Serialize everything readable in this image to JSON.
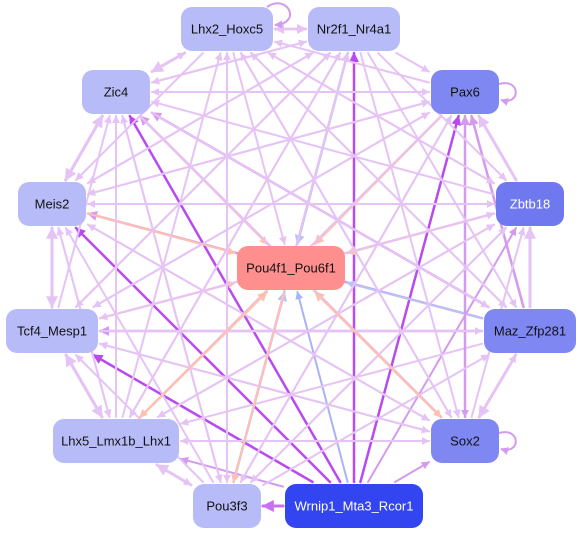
{
  "colors": {
    "edge_light": "#e6c3f5",
    "edge_mid": "#d39af0",
    "edge_strong": "#b84af0",
    "edge_peach": "#ffc0b0",
    "edge_blue": "#b9c3f5",
    "node_light": "#b7bbf7",
    "node_mid": "#7f87f2",
    "node_dark": "#3345f0",
    "node_center": "#ff8f8f"
  },
  "nodes": [
    {
      "id": "lhx2_hoxc5",
      "label": "Lhx2_Hoxc5",
      "fill": "#b7bbf7",
      "text_color": "#111111"
    },
    {
      "id": "nr2f1_nr4a1",
      "label": "Nr2f1_Nr4a1",
      "fill": "#b7bbf7",
      "text_color": "#111111"
    },
    {
      "id": "zic4",
      "label": "Zic4",
      "fill": "#b7bbf7",
      "text_color": "#111111"
    },
    {
      "id": "pax6",
      "label": "Pax6",
      "fill": "#7f87f2",
      "text_color": "#111111"
    },
    {
      "id": "meis2",
      "label": "Meis2",
      "fill": "#b7bbf7",
      "text_color": "#111111"
    },
    {
      "id": "zbtb18",
      "label": "Zbtb18",
      "fill": "#7078f0",
      "text_color": "#ffffff"
    },
    {
      "id": "pou4f1_pou6f1",
      "label": "Pou4f1_Pou6f1",
      "fill": "#ff8f8f",
      "text_color": "#111111"
    },
    {
      "id": "tcf4_mesp1",
      "label": "Tcf4_Mesp1",
      "fill": "#b7bbf7",
      "text_color": "#111111"
    },
    {
      "id": "maz_zfp281",
      "label": "Maz_Zfp281",
      "fill": "#7f87f2",
      "text_color": "#111111"
    },
    {
      "id": "lhx5_lmx1b_lhx1",
      "label": "Lhx5_Lmx1b_Lhx1",
      "fill": "#b7bbf7",
      "text_color": "#111111"
    },
    {
      "id": "sox2",
      "label": "Sox2",
      "fill": "#7f87f2",
      "text_color": "#111111"
    },
    {
      "id": "pou3f3",
      "label": "Pou3f3",
      "fill": "#b7bbf7",
      "text_color": "#111111"
    },
    {
      "id": "wrnip1_mta3_rcor1",
      "label": "Wrnip1_Mta3_Rcor1",
      "fill": "#3345f0",
      "text_color": "#ffffff"
    }
  ],
  "edges": [
    {
      "from": "wrnip1_mta3_rcor1",
      "to": "zic4",
      "color": "#b84af0",
      "width": 2.5
    },
    {
      "from": "wrnip1_mta3_rcor1",
      "to": "tcf4_mesp1",
      "color": "#b84af0",
      "width": 2.5
    },
    {
      "from": "wrnip1_mta3_rcor1",
      "to": "nr2f1_nr4a1",
      "color": "#b84af0",
      "width": 2.5
    },
    {
      "from": "wrnip1_mta3_rcor1",
      "to": "pax6",
      "color": "#b84af0",
      "width": 2.5
    },
    {
      "from": "wrnip1_mta3_rcor1",
      "to": "pou3f3",
      "color": "#c870f0",
      "width": 3
    },
    {
      "from": "wrnip1_mta3_rcor1",
      "to": "pou4f1_pou6f1",
      "color": "#a9b3f5",
      "width": 2
    },
    {
      "from": "wrnip1_mta3_rcor1",
      "to": "sox2",
      "color": "#d39af0",
      "width": 2
    },
    {
      "from": "wrnip1_mta3_rcor1",
      "to": "meis2",
      "color": "#b84af0",
      "width": 2.5
    },
    {
      "from": "wrnip1_mta3_rcor1",
      "to": "lhx5_lmx1b_lhx1",
      "color": "#d39af0",
      "width": 2
    },
    {
      "from": "wrnip1_mta3_rcor1",
      "to": "zbtb18",
      "color": "#d39af0",
      "width": 2
    },
    {
      "from": "maz_zfp281",
      "to": "meis2",
      "color": "#d39af0",
      "width": 2.5
    },
    {
      "from": "maz_zfp281",
      "to": "zic4",
      "color": "#d39af0",
      "width": 2.5
    },
    {
      "from": "maz_zfp281",
      "to": "pou4f1_pou6f1",
      "color": "#b9c3f5",
      "width": 2
    },
    {
      "from": "maz_zfp281",
      "to": "tcf4_mesp1",
      "color": "#d39af0",
      "width": 2.5
    },
    {
      "from": "maz_zfp281",
      "to": "pax6",
      "color": "#d39af0",
      "width": 2.5
    },
    {
      "from": "maz_zfp281",
      "to": "lhx2_hoxc5",
      "color": "#e6c3f5",
      "width": 2
    },
    {
      "from": "maz_zfp281",
      "to": "zbtb18",
      "color": "#e6c3f5",
      "width": 3
    },
    {
      "from": "maz_zfp281",
      "to": "sox2",
      "color": "#e6c3f5",
      "width": 3
    },
    {
      "from": "maz_zfp281",
      "to": "lhx5_lmx1b_lhx1",
      "color": "#e6c3f5",
      "width": 2
    },
    {
      "from": "sox2",
      "to": "pou4f1_pou6f1",
      "color": "#ffc0b0",
      "width": 2.5
    },
    {
      "from": "sox2",
      "to": "zic4",
      "color": "#d39af0",
      "width": 2.5
    },
    {
      "from": "sox2",
      "to": "pax6",
      "color": "#d39af0",
      "width": 2.5
    },
    {
      "from": "sox2",
      "to": "meis2",
      "color": "#e6c3f5",
      "width": 2
    },
    {
      "from": "sox2",
      "to": "lhx2_hoxc5",
      "color": "#e6c3f5",
      "width": 2
    },
    {
      "from": "sox2",
      "to": "tcf4_mesp1",
      "color": "#e6c3f5",
      "width": 2
    },
    {
      "from": "sox2",
      "to": "lhx5_lmx1b_lhx1",
      "color": "#e6c3f5",
      "width": 2
    },
    {
      "from": "sox2",
      "to": "zbtb18",
      "color": "#e6c3f5",
      "width": 2
    },
    {
      "from": "sox2",
      "to": "maz_zfp281",
      "color": "#e6c3f5",
      "width": 2
    },
    {
      "from": "pax6",
      "to": "pou4f1_pou6f1",
      "color": "#ffc0b0",
      "width": 2.5
    },
    {
      "from": "pax6",
      "to": "lhx5_lmx1b_lhx1",
      "color": "#e6c3f5",
      "width": 2
    },
    {
      "from": "pax6",
      "to": "tcf4_mesp1",
      "color": "#e6c3f5",
      "width": 2
    },
    {
      "from": "pax6",
      "to": "meis2",
      "color": "#e6c3f5",
      "width": 2
    },
    {
      "from": "pax6",
      "to": "pou3f3",
      "color": "#e6c3f5",
      "width": 2
    },
    {
      "from": "pax6",
      "to": "zic4",
      "color": "#e6c3f5",
      "width": 2
    },
    {
      "from": "pax6",
      "to": "lhx2_hoxc5",
      "color": "#e6c3f5",
      "width": 2
    },
    {
      "from": "pax6",
      "to": "sox2",
      "color": "#d39af0",
      "width": 2
    },
    {
      "from": "zbtb18",
      "to": "pou4f1_pou6f1",
      "color": "#ffc0b0",
      "width": 2.5
    },
    {
      "from": "zbtb18",
      "to": "pou3f3",
      "color": "#e6c3f5",
      "width": 2
    },
    {
      "from": "zbtb18",
      "to": "tcf4_mesp1",
      "color": "#e6c3f5",
      "width": 2
    },
    {
      "from": "zbtb18",
      "to": "lhx5_lmx1b_lhx1",
      "color": "#e6c3f5",
      "width": 2
    },
    {
      "from": "zbtb18",
      "to": "zic4",
      "color": "#e6c3f5",
      "width": 2
    },
    {
      "from": "zbtb18",
      "to": "lhx2_hoxc5",
      "color": "#e6c3f5",
      "width": 2
    },
    {
      "from": "zbtb18",
      "to": "meis2",
      "color": "#e6c3f5",
      "width": 2
    },
    {
      "from": "zbtb18",
      "to": "pax6",
      "color": "#e6c3f5",
      "width": 3
    },
    {
      "from": "nr2f1_nr4a1",
      "to": "pou4f1_pou6f1",
      "color": "#b9c3f5",
      "width": 2.5
    },
    {
      "from": "nr2f1_nr4a1",
      "to": "zic4",
      "color": "#e6c3f5",
      "width": 2
    },
    {
      "from": "nr2f1_nr4a1",
      "to": "meis2",
      "color": "#e6c3f5",
      "width": 2
    },
    {
      "from": "nr2f1_nr4a1",
      "to": "tcf4_mesp1",
      "color": "#e6c3f5",
      "width": 2
    },
    {
      "from": "nr2f1_nr4a1",
      "to": "lhx5_lmx1b_lhx1",
      "color": "#e6c3f5",
      "width": 2
    },
    {
      "from": "nr2f1_nr4a1",
      "to": "pou3f3",
      "color": "#e6c3f5",
      "width": 2
    },
    {
      "from": "nr2f1_nr4a1",
      "to": "sox2",
      "color": "#e6c3f5",
      "width": 2
    },
    {
      "from": "nr2f1_nr4a1",
      "to": "maz_zfp281",
      "color": "#e6c3f5",
      "width": 2
    },
    {
      "from": "nr2f1_nr4a1",
      "to": "zbtb18",
      "color": "#e6c3f5",
      "width": 2
    },
    {
      "from": "nr2f1_nr4a1",
      "to": "pax6",
      "color": "#e6c3f5",
      "width": 2
    },
    {
      "from": "nr2f1_nr4a1",
      "to": "lhx2_hoxc5",
      "color": "#e6c3f5",
      "width": 2.5
    },
    {
      "from": "lhx2_hoxc5",
      "to": "pou4f1_pou6f1",
      "color": "#e6c3f5",
      "width": 2
    },
    {
      "from": "lhx2_hoxc5",
      "to": "zic4",
      "color": "#e6c3f5",
      "width": 3
    },
    {
      "from": "lhx2_hoxc5",
      "to": "meis2",
      "color": "#e6c3f5",
      "width": 2
    },
    {
      "from": "lhx2_hoxc5",
      "to": "sox2",
      "color": "#e6c3f5",
      "width": 2
    },
    {
      "from": "lhx2_hoxc5",
      "to": "maz_zfp281",
      "color": "#e6c3f5",
      "width": 2
    },
    {
      "from": "lhx2_hoxc5",
      "to": "zbtb18",
      "color": "#e6c3f5",
      "width": 2
    },
    {
      "from": "lhx2_hoxc5",
      "to": "pou3f3",
      "color": "#e6c3f5",
      "width": 2
    },
    {
      "from": "lhx2_hoxc5",
      "to": "nr2f1_nr4a1",
      "color": "#e6c3f5",
      "width": 2.5
    },
    {
      "from": "zic4",
      "to": "pou4f1_pou6f1",
      "color": "#ffc0b0",
      "width": 2
    },
    {
      "from": "zic4",
      "to": "meis2",
      "color": "#e6c3f5",
      "width": 3
    },
    {
      "from": "zic4",
      "to": "sox2",
      "color": "#e6c3f5",
      "width": 2
    },
    {
      "from": "zic4",
      "to": "maz_zfp281",
      "color": "#e6c3f5",
      "width": 2
    },
    {
      "from": "zic4",
      "to": "pou3f3",
      "color": "#e6c3f5",
      "width": 2
    },
    {
      "from": "zic4",
      "to": "pax6",
      "color": "#e6c3f5",
      "width": 2
    },
    {
      "from": "zic4",
      "to": "lhx2_hoxc5",
      "color": "#e6c3f5",
      "width": 2
    },
    {
      "from": "zic4",
      "to": "nr2f1_nr4a1",
      "color": "#e6c3f5",
      "width": 2
    },
    {
      "from": "meis2",
      "to": "pou4f1_pou6f1",
      "color": "#ffc0b0",
      "width": 2
    },
    {
      "from": "meis2",
      "to": "tcf4_mesp1",
      "color": "#e6c3f5",
      "width": 3
    },
    {
      "from": "meis2",
      "to": "zic4",
      "color": "#e6c3f5",
      "width": 3
    },
    {
      "from": "meis2",
      "to": "sox2",
      "color": "#e6c3f5",
      "width": 2
    },
    {
      "from": "meis2",
      "to": "zbtb18",
      "color": "#e6c3f5",
      "width": 2
    },
    {
      "from": "meis2",
      "to": "pax6",
      "color": "#e6c3f5",
      "width": 2
    },
    {
      "from": "meis2",
      "to": "nr2f1_nr4a1",
      "color": "#e6c3f5",
      "width": 2
    },
    {
      "from": "meis2",
      "to": "lhx5_lmx1b_lhx1",
      "color": "#e6c3f5",
      "width": 2
    },
    {
      "from": "tcf4_mesp1",
      "to": "pou4f1_pou6f1",
      "color": "#ffc0b0",
      "width": 2
    },
    {
      "from": "tcf4_mesp1",
      "to": "meis2",
      "color": "#e6c3f5",
      "width": 3
    },
    {
      "from": "tcf4_mesp1",
      "to": "lhx5_lmx1b_lhx1",
      "color": "#e6c3f5",
      "width": 3
    },
    {
      "from": "tcf4_mesp1",
      "to": "zic4",
      "color": "#e6c3f5",
      "width": 2
    },
    {
      "from": "tcf4_mesp1",
      "to": "zbtb18",
      "color": "#e6c3f5",
      "width": 2
    },
    {
      "from": "tcf4_mesp1",
      "to": "sox2",
      "color": "#e6c3f5",
      "width": 2
    },
    {
      "from": "tcf4_mesp1",
      "to": "pax6",
      "color": "#e6c3f5",
      "width": 2
    },
    {
      "from": "tcf4_mesp1",
      "to": "maz_zfp281",
      "color": "#e6c3f5",
      "width": 2
    },
    {
      "from": "tcf4_mesp1",
      "to": "nr2f1_nr4a1",
      "color": "#e6c3f5",
      "width": 2
    },
    {
      "from": "lhx5_lmx1b_lhx1",
      "to": "pou4f1_pou6f1",
      "color": "#ffc0b0",
      "width": 2.5
    },
    {
      "from": "lhx5_lmx1b_lhx1",
      "to": "tcf4_mesp1",
      "color": "#e6c3f5",
      "width": 3
    },
    {
      "from": "lhx5_lmx1b_lhx1",
      "to": "pou3f3",
      "color": "#e6c3f5",
      "width": 2
    },
    {
      "from": "lhx5_lmx1b_lhx1",
      "to": "zic4",
      "color": "#e6c3f5",
      "width": 2
    },
    {
      "from": "lhx5_lmx1b_lhx1",
      "to": "meis2",
      "color": "#e6c3f5",
      "width": 2
    },
    {
      "from": "lhx5_lmx1b_lhx1",
      "to": "sox2",
      "color": "#e6c3f5",
      "width": 2
    },
    {
      "from": "lhx5_lmx1b_lhx1",
      "to": "nr2f1_nr4a1",
      "color": "#e6c3f5",
      "width": 2
    },
    {
      "from": "lhx5_lmx1b_lhx1",
      "to": "lhx2_hoxc5",
      "color": "#e6c3f5",
      "width": 2
    },
    {
      "from": "lhx5_lmx1b_lhx1",
      "to": "zbtb18",
      "color": "#e6c3f5",
      "width": 2
    },
    {
      "from": "pou3f3",
      "to": "pou4f1_pou6f1",
      "color": "#b9c3f5",
      "width": 2.5
    },
    {
      "from": "pou3f3",
      "to": "lhx5_lmx1b_lhx1",
      "color": "#e6c3f5",
      "width": 3
    },
    {
      "from": "pou3f3",
      "to": "tcf4_mesp1",
      "color": "#e6c3f5",
      "width": 2
    },
    {
      "from": "pou3f3",
      "to": "meis2",
      "color": "#e6c3f5",
      "width": 2
    },
    {
      "from": "pou3f3",
      "to": "zic4",
      "color": "#e6c3f5",
      "width": 2
    },
    {
      "from": "pou3f3",
      "to": "lhx2_hoxc5",
      "color": "#e6c3f5",
      "width": 2
    },
    {
      "from": "pou3f3",
      "to": "nr2f1_nr4a1",
      "color": "#e6c3f5",
      "width": 2
    },
    {
      "from": "pou3f3",
      "to": "pax6",
      "color": "#e6c3f5",
      "width": 2
    },
    {
      "from": "pou3f3",
      "to": "zbtb18",
      "color": "#e6c3f5",
      "width": 2
    },
    {
      "from": "pou3f3",
      "to": "maz_zfp281",
      "color": "#e6c3f5",
      "width": 2
    },
    {
      "from": "pou4f1_pou6f1",
      "to": "sox2",
      "color": "#ffc0b0",
      "width": 2
    },
    {
      "from": "pou4f1_pou6f1",
      "to": "lhx5_lmx1b_lhx1",
      "color": "#ffc0b0",
      "width": 2
    },
    {
      "from": "pou4f1_pou6f1",
      "to": "pou3f3",
      "color": "#ffc0b0",
      "width": 2
    }
  ],
  "self_loops": [
    "lhx2_hoxc5",
    "pax6",
    "sox2"
  ]
}
